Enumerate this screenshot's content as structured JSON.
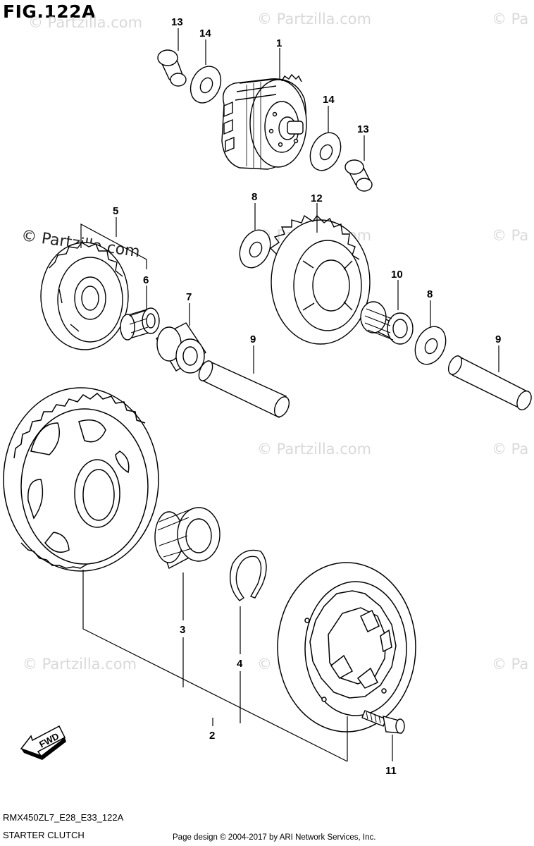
{
  "figure": {
    "title": "FIG.122A",
    "code": "RMX450ZL7_E28_E33_122A",
    "name": "STARTER CLUTCH",
    "credit": "Page design © 2004-2017 by ARI Network Services, Inc."
  },
  "watermark": {
    "text": "© Partzilla.com",
    "partial_text": "© Pa"
  },
  "direction_arrow": {
    "label": "FWD"
  },
  "callouts": {
    "c1": "1",
    "c2": "2",
    "c3": "3",
    "c4": "4",
    "c5": "5",
    "c6": "6",
    "c7": "7",
    "c8a": "8",
    "c8b": "8",
    "c9a": "9",
    "c9b": "9",
    "c10": "10",
    "c11": "11",
    "c12": "12",
    "c13a": "13",
    "c13b": "13",
    "c14a": "14",
    "c14b": "14"
  }
}
